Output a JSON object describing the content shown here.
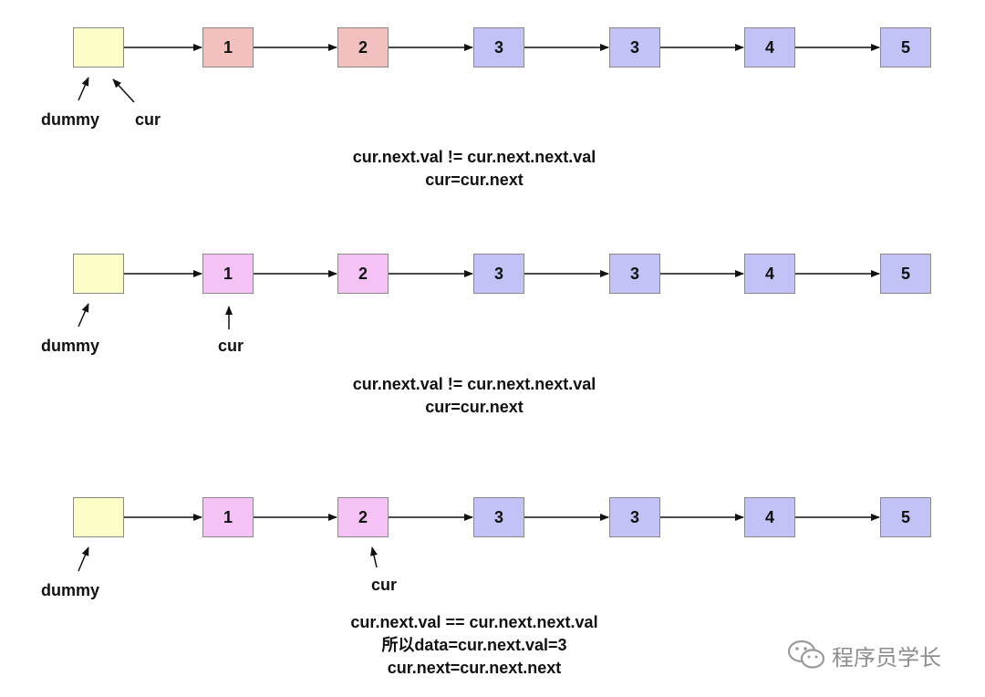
{
  "colors": {
    "dummy": "#fdfdc8",
    "highlight_red": "#f3c0c0",
    "highlight_pink": "#f4c2f4",
    "normal": "#c2c2f6",
    "border": "#8a8a8a",
    "arrow": "#111111"
  },
  "rows": [
    {
      "nodes": [
        {
          "label": "",
          "color": "dummy"
        },
        {
          "label": "1",
          "color": "highlight_red"
        },
        {
          "label": "2",
          "color": "highlight_red"
        },
        {
          "label": "3",
          "color": "normal"
        },
        {
          "label": "3",
          "color": "normal"
        },
        {
          "label": "4",
          "color": "normal"
        },
        {
          "label": "5",
          "color": "normal"
        }
      ],
      "pointers": [
        {
          "name": "dummy",
          "target": 0,
          "text": "dummy"
        },
        {
          "name": "cur",
          "target": 0,
          "text": "cur"
        }
      ],
      "caption": [
        "cur.next.val != cur.next.next.val",
        "cur=cur.next"
      ]
    },
    {
      "nodes": [
        {
          "label": "",
          "color": "dummy"
        },
        {
          "label": "1",
          "color": "highlight_pink"
        },
        {
          "label": "2",
          "color": "highlight_pink"
        },
        {
          "label": "3",
          "color": "normal"
        },
        {
          "label": "3",
          "color": "normal"
        },
        {
          "label": "4",
          "color": "normal"
        },
        {
          "label": "5",
          "color": "normal"
        }
      ],
      "pointers": [
        {
          "name": "dummy",
          "target": 0,
          "text": "dummy"
        },
        {
          "name": "cur",
          "target": 1,
          "text": "cur"
        }
      ],
      "caption": [
        "cur.next.val != cur.next.next.val",
        "cur=cur.next"
      ]
    },
    {
      "nodes": [
        {
          "label": "",
          "color": "dummy"
        },
        {
          "label": "1",
          "color": "highlight_pink"
        },
        {
          "label": "2",
          "color": "highlight_pink"
        },
        {
          "label": "3",
          "color": "normal"
        },
        {
          "label": "3",
          "color": "normal"
        },
        {
          "label": "4",
          "color": "normal"
        },
        {
          "label": "5",
          "color": "normal"
        }
      ],
      "pointers": [
        {
          "name": "dummy",
          "target": 0,
          "text": "dummy"
        },
        {
          "name": "cur",
          "target": 2,
          "text": "cur"
        }
      ],
      "caption": [
        "cur.next.val == cur.next.next.val",
        "所以data=cur.next.val=3",
        "cur.next=cur.next.next"
      ]
    }
  ],
  "watermark": {
    "text": "程序员学长",
    "icon": "wechat-icon"
  }
}
